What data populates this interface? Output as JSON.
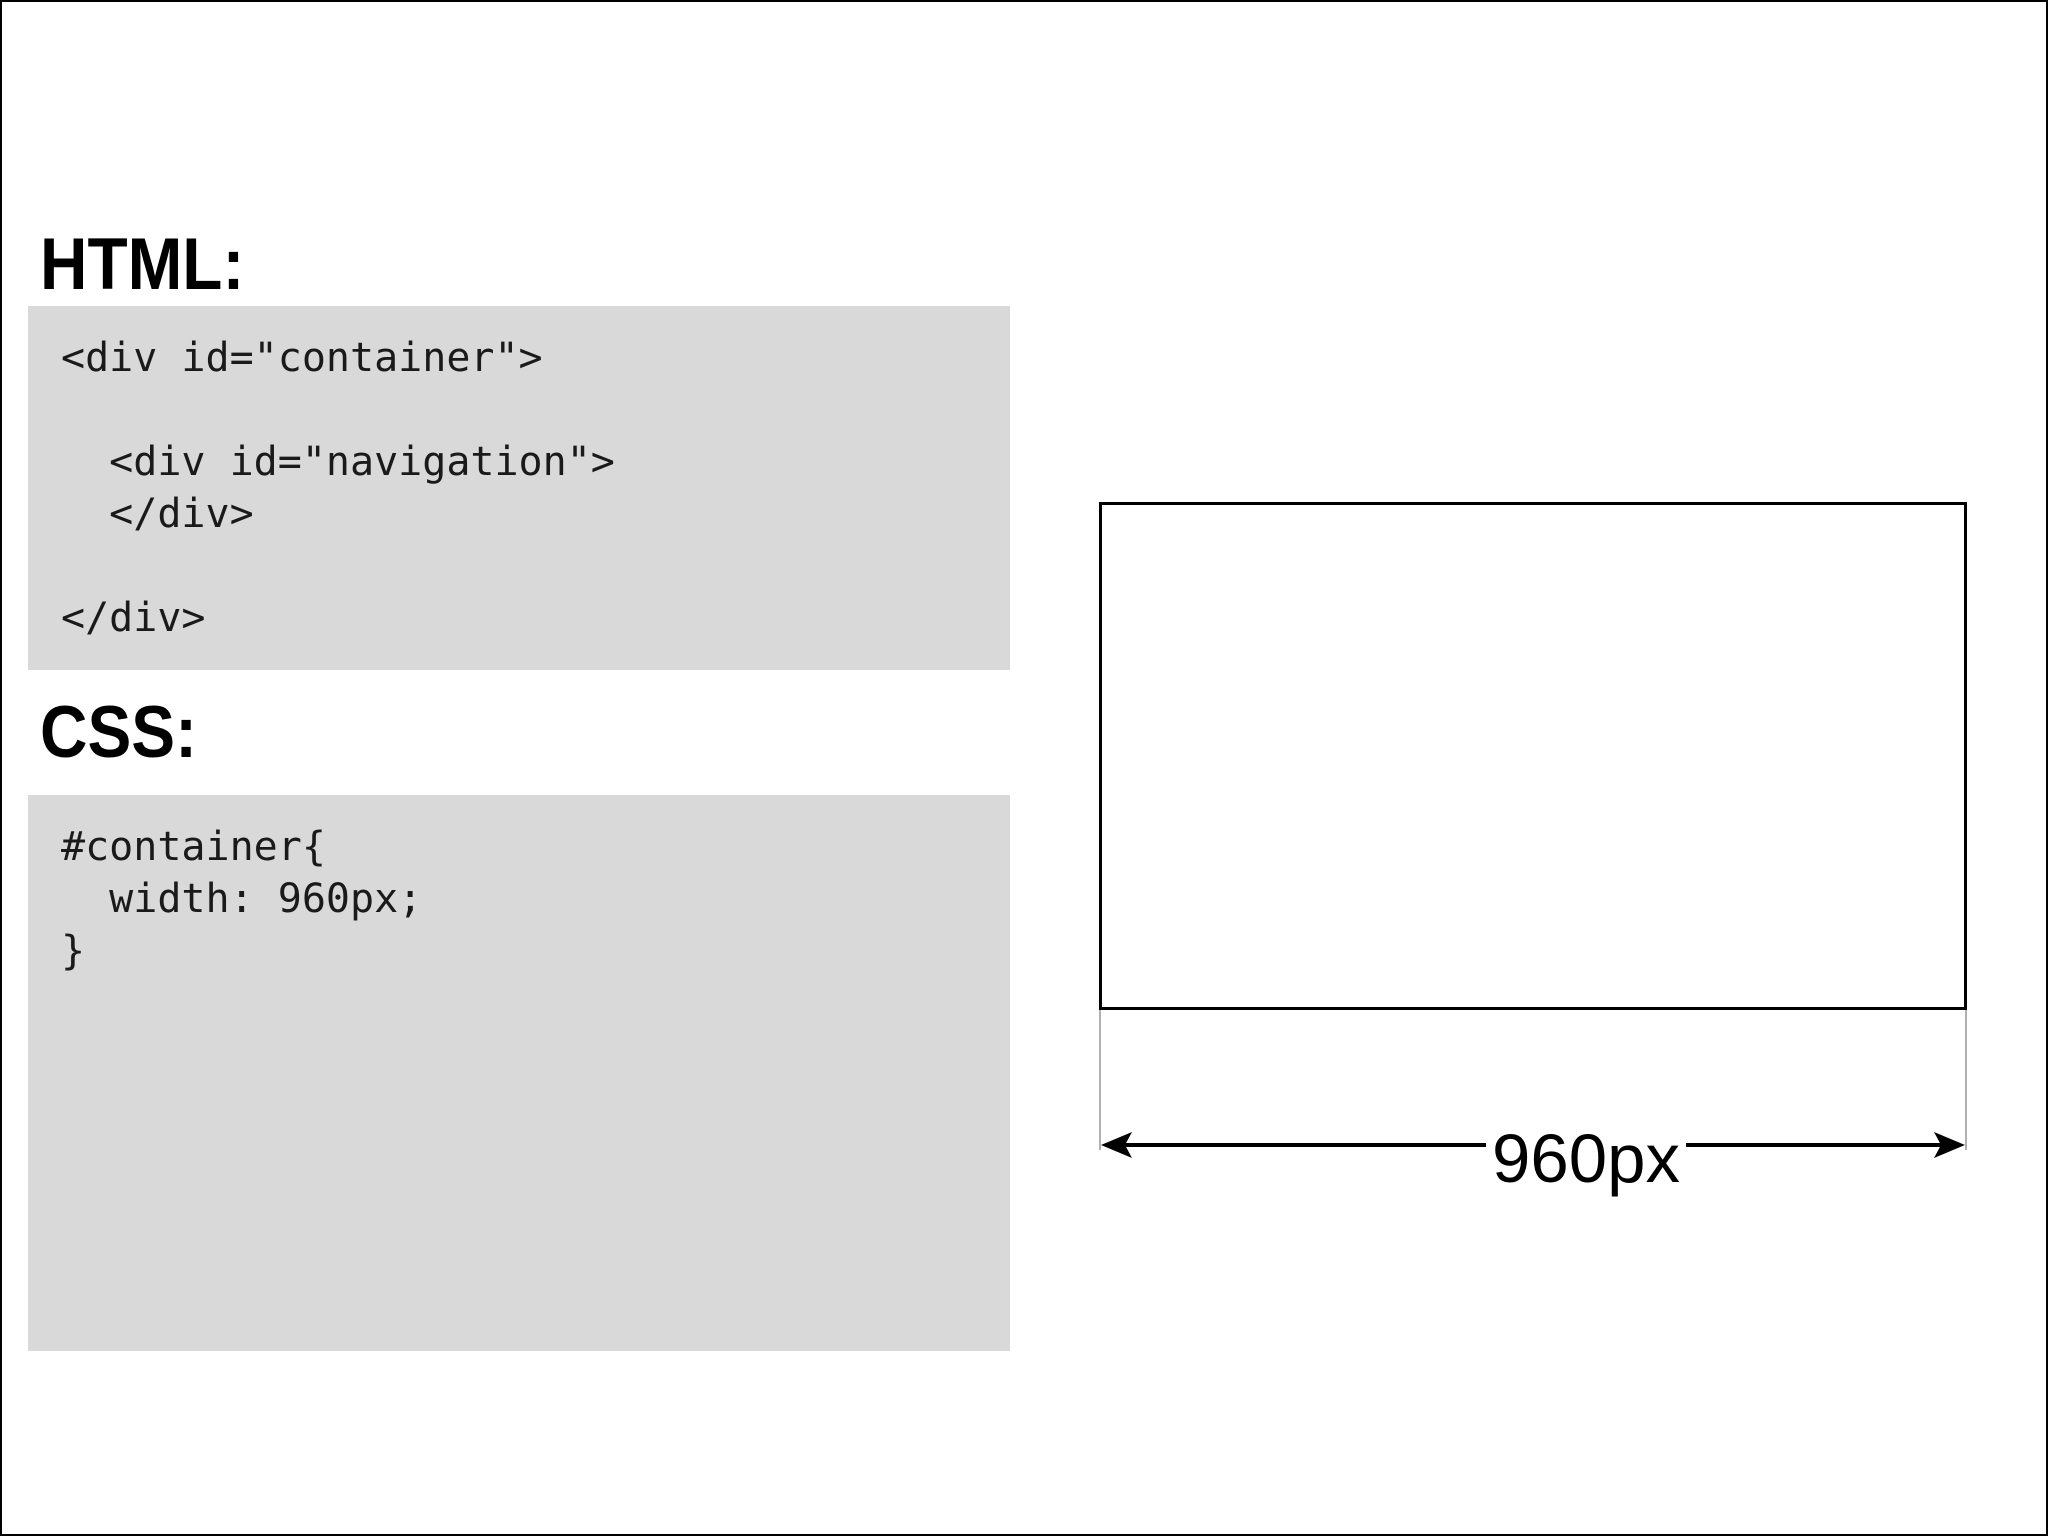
{
  "sections": {
    "html": {
      "heading": "HTML:",
      "code": "<div id=\"container\">\n\n  <div id=\"navigation\">\n  </div>\n\n</div>"
    },
    "css": {
      "heading": "CSS:",
      "code": "#container{\n  width: 960px;\n}"
    }
  },
  "diagram": {
    "width_label": "960px"
  },
  "colors": {
    "page_background": "#ffffff",
    "page_border": "#000000",
    "code_block_background": "#d9d9d9",
    "box_border": "#000000",
    "extension_line": "#b0b0b0",
    "arrow": "#000000"
  }
}
